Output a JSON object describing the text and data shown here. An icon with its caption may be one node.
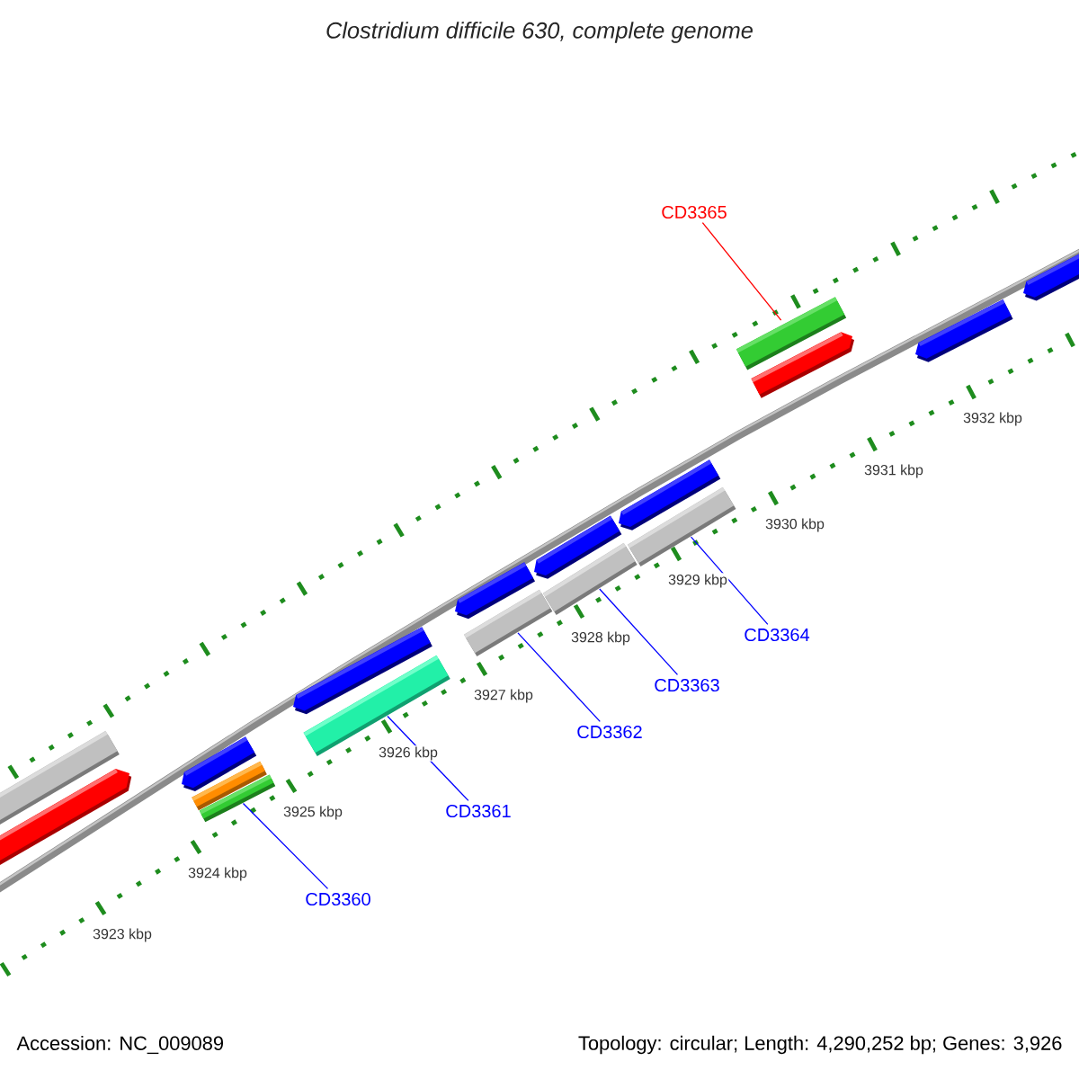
{
  "diagram": {
    "title": "Clostridium difficile 630, complete genome",
    "nodes": [
      {
        "text": [
          "CD3365"
        ]
      },
      {
        "text": [
          "CD3364"
        ]
      },
      {
        "text": [
          "CD3363"
        ]
      },
      {
        "text": [
          "CD3362"
        ]
      },
      {
        "text": [
          "CD3361"
        ]
      },
      {
        "text": [
          "CD3360"
        ]
      },
      {
        "text": [],
        "shape": "bar"
      },
      {
        "text": [],
        "shape": "arrow"
      },
      {
        "text": [],
        "shape": "arrow"
      },
      {
        "text": [],
        "shape": "bar"
      },
      {
        "text": [],
        "shape": "bar"
      },
      {
        "text": [],
        "shape": "arrow"
      },
      {
        "text": [],
        "shape": "bar"
      },
      {
        "text": [],
        "shape": "arrow"
      },
      {
        "text": [],
        "shape": "bar"
      },
      {
        "text": [],
        "shape": "arrow"
      },
      {
        "text": [],
        "shape": "bar"
      },
      {
        "text": [],
        "shape": "arrow"
      },
      {
        "text": [],
        "shape": "bar"
      },
      {
        "text": [],
        "shape": "bar"
      },
      {
        "text": [],
        "shape": "arrow"
      },
      {
        "text": [],
        "shape": "arrow"
      },
      {
        "text": [],
        "shape": "arrow"
      }
    ],
    "edges": [
      {
        "from": 0,
        "to": 19,
        "arrow": "none",
        "color": "#ff0000"
      },
      {
        "from": 1,
        "to": 18,
        "arrow": "none"
      },
      {
        "from": 2,
        "to": 16,
        "arrow": "none"
      },
      {
        "from": 3,
        "to": 14,
        "arrow": "none"
      },
      {
        "from": 4,
        "to": 12,
        "arrow": "none"
      },
      {
        "from": 5,
        "to": 10,
        "arrow": "none"
      }
    ],
    "labels": [
      "3932 kbp",
      "3931 kbp",
      "3930 kbp",
      "3929 kbp",
      "3928 kbp",
      "3927 kbp",
      "3926 kbp",
      "3925 kbp",
      "3924 kbp",
      "3923 kbp",
      "Accession: NC_009089",
      "Topology: circular; Length: 4,290,252 bp; Genes: 3,926"
    ]
  }
}
